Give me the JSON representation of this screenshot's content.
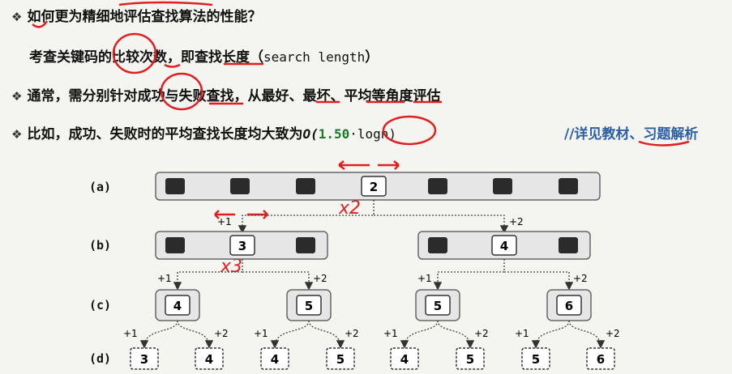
{
  "lines": {
    "l1": "如何更为精细地评估查找算法的性能？",
    "l2_pre": "考查关键码的比较次数，即查找长度（",
    "l2_term": "search length",
    "l2_post": "）",
    "l3": "通常，需分别针对成功与失败查找，从最好、最坏、平均等角度评估",
    "l4_pre": "比如，成功、失败时的平均查找长度均大致为",
    "l4_o": "O(",
    "l4_coef": "1.50",
    "l4_log": "·logn)",
    "note": "//详见教材、习题解析"
  },
  "bullet": "❖",
  "rows": {
    "a": "(a)",
    "b": "(b)",
    "c": "(c)",
    "d": "(d)"
  },
  "nodes": {
    "a": "2",
    "b": [
      "3",
      "4"
    ],
    "c": [
      "4",
      "5",
      "5",
      "6"
    ],
    "d": [
      "3",
      "4",
      "4",
      "5",
      "4",
      "5",
      "5",
      "6"
    ]
  },
  "edge_plus1": "+1",
  "edge_plus2": "+2",
  "handwritten": {
    "x2": "x2",
    "x3": "x3"
  },
  "colors": {
    "ink_red": "#e02020",
    "note_blue": "#2d5fa6",
    "node_dark": "#2b2b2b",
    "panel": "#e6e6e6"
  }
}
